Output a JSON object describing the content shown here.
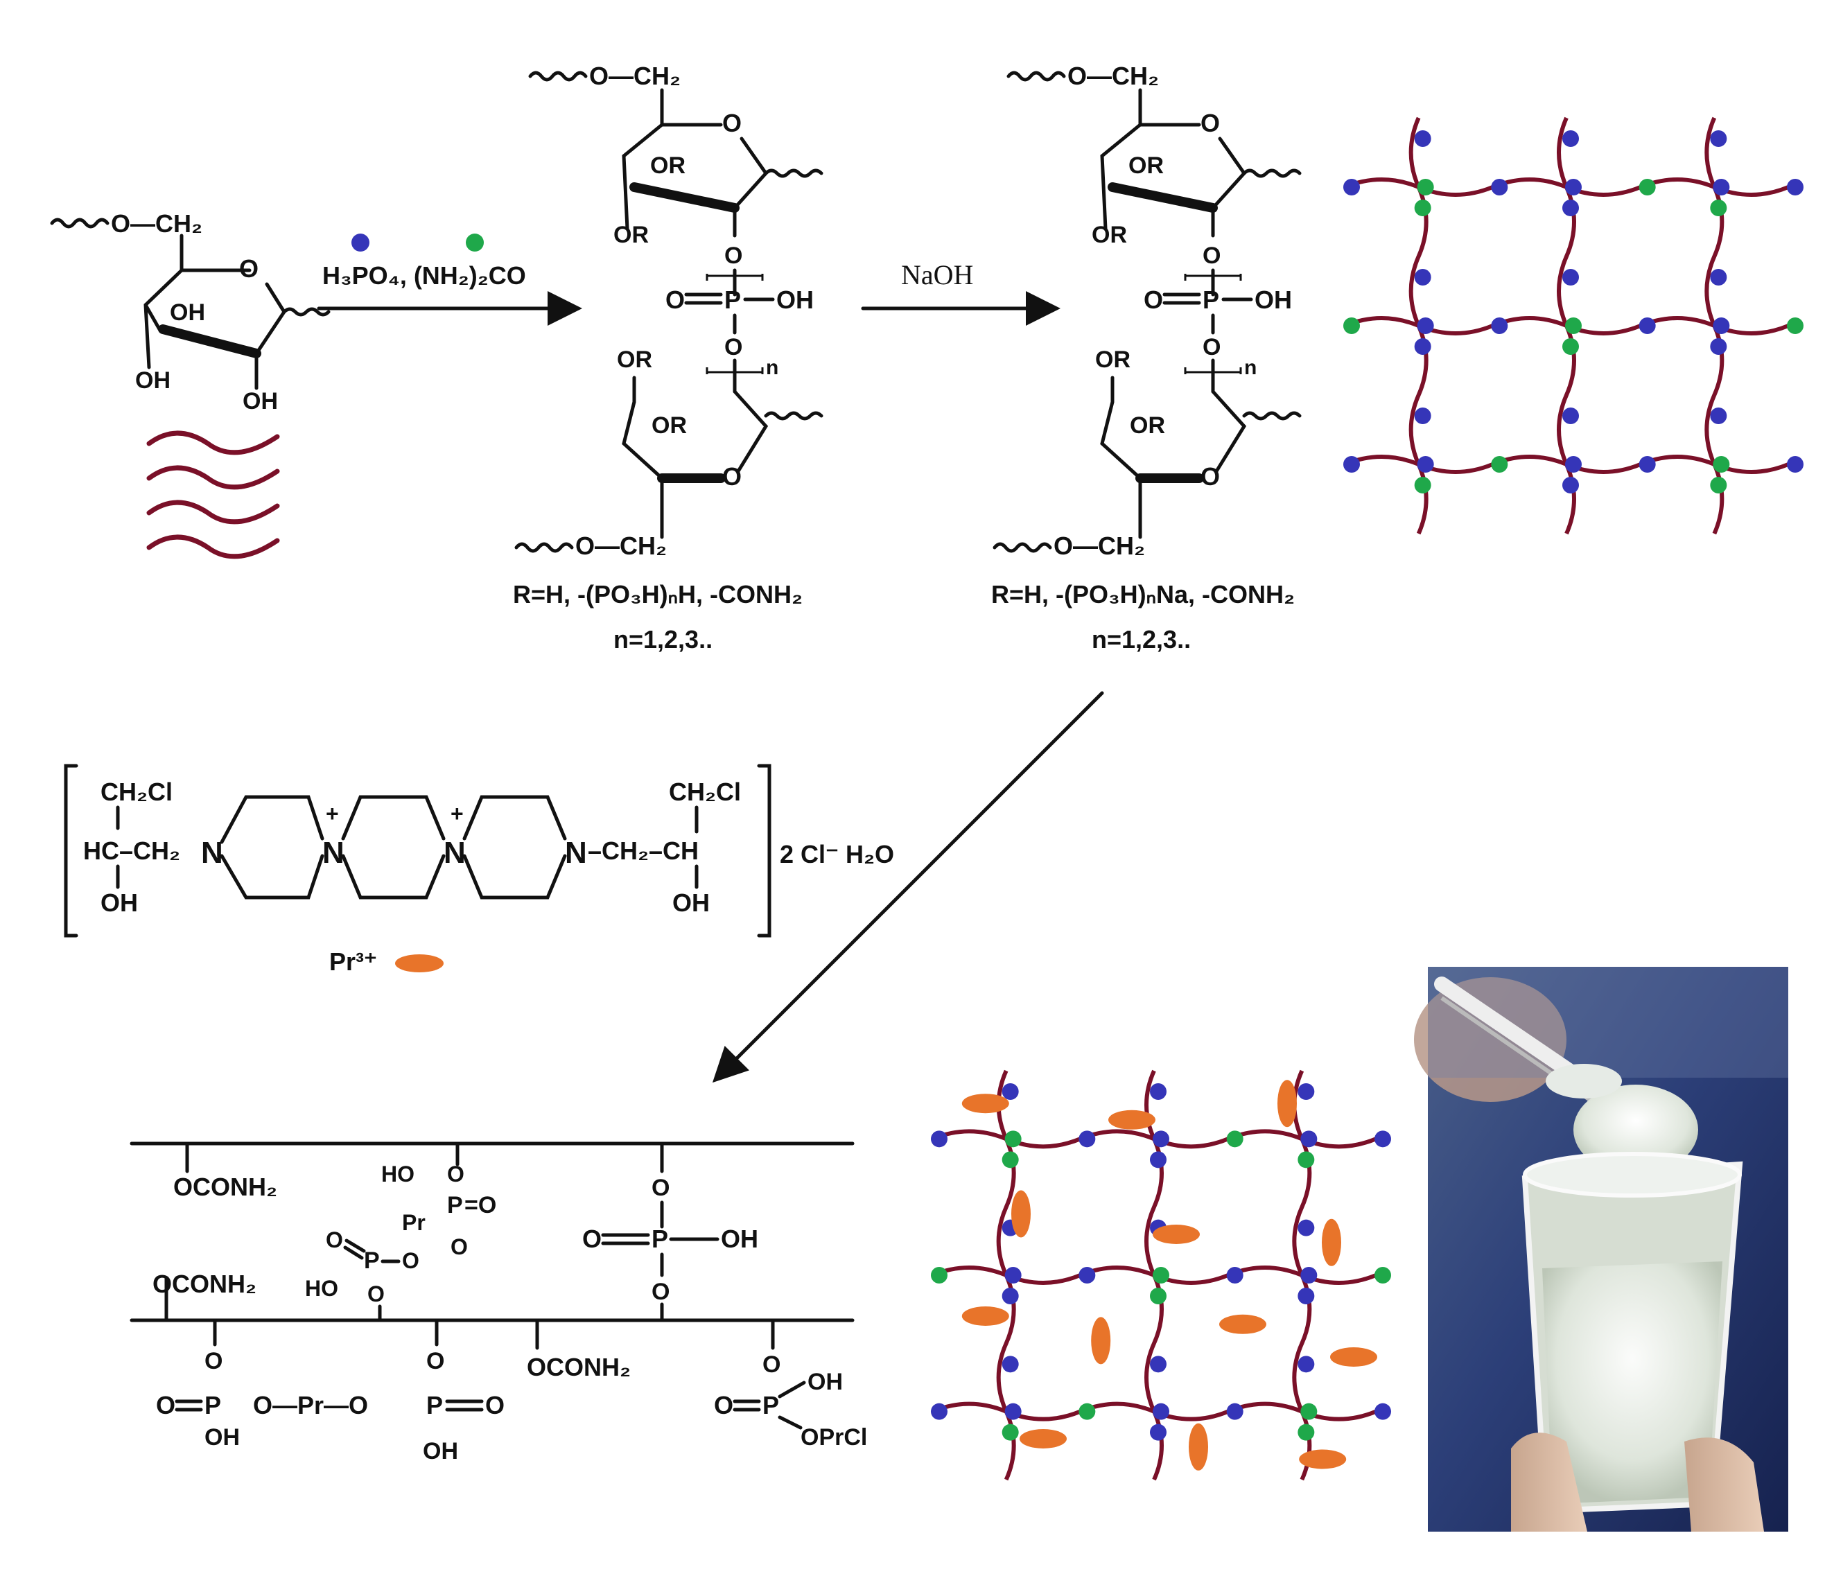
{
  "colors": {
    "phosphate_dot": "#3535b8",
    "urea_dot": "#1fa84a",
    "praseodymium": "#e8742a",
    "polymer_chain": "#7a1028"
  },
  "cellulose": {
    "o_ch2": "O—CH₂",
    "ring_o": "O",
    "oh1": "OH",
    "oh2": "OH",
    "oh3": "OH"
  },
  "step1": {
    "reagents": "H₃PO₄, (NH₂)₂CO"
  },
  "step2": {
    "reagent": "NaOH"
  },
  "product1": {
    "top_o_ch2": "O—CH₂",
    "ring_o": "O",
    "or1": "OR",
    "or2": "OR",
    "p_o_top": "O",
    "p_eq_o": "O",
    "p_atom": "P",
    "p_oh": "OH",
    "p_o_bot": "O",
    "n_sub": "n",
    "or3": "OR",
    "or4": "OR",
    "ring_o2": "O",
    "bot_o_ch2": "O—CH₂",
    "r_def_line": "R=H, -(PO₃H)ₙH, -CONH₂",
    "n_line": "n=1,2,3.."
  },
  "product2": {
    "top_o_ch2": "O—CH₂",
    "ring_o": "O",
    "or1": "OR",
    "or2": "OR",
    "p_o_top": "O",
    "p_eq_o": "O",
    "p_atom": "P",
    "p_oh": "OH",
    "p_o_bot": "O",
    "n_sub": "n",
    "or3": "OR",
    "or4": "OR",
    "ring_o2": "O",
    "bot_o_ch2": "O—CH₂",
    "r_def_line": "R=H, -(PO₃H)ₙNa, -CONH₂",
    "n_line": "n=1,2,3.."
  },
  "crosslinker": {
    "ch2cl_left": "CH₂Cl",
    "hc_ch2_left": "HC–CH₂",
    "oh_left": "OH",
    "n1": "N",
    "n2": "N",
    "n3": "N",
    "n4": "N",
    "plus1": "+",
    "plus2": "+",
    "n_ch2_ch_right": "–CH₂–CH",
    "ch2cl_right": "CH₂Cl",
    "oh_right": "OH",
    "counterion": "2 Cl⁻ H₂O",
    "pr_ion": "Pr³⁺"
  },
  "final_structure": {
    "ocoNH2_1": "OCONH₂",
    "ocoNH2_2": "OCONH₂",
    "ocoNH2_3": "OCONH₂",
    "ho1": "HO",
    "o1": "O",
    "p1": "P",
    "eqo1": "=O",
    "pr1": "Pr",
    "o1b": "O",
    "o_left": "O",
    "p2": "P",
    "o2b": "O",
    "ho2": "HO",
    "o2c": "O",
    "p3_o_top": "O",
    "p3_eq": "O",
    "p3": "P",
    "p3_oh": "OH",
    "p3_o_bot": "O",
    "b1_o": "O",
    "b1_eq": "O",
    "b1_p": "P",
    "b1_oh": "OH",
    "b_chain": "O—Pr—O",
    "b2_o": "O",
    "b2_p": "P",
    "b2_eq": "O",
    "b2_oh": "OH",
    "b3_o": "O",
    "b3_eq": "O",
    "b3_p": "P",
    "b3_oh": "OH",
    "b3_oprcl": "OPrCl"
  }
}
